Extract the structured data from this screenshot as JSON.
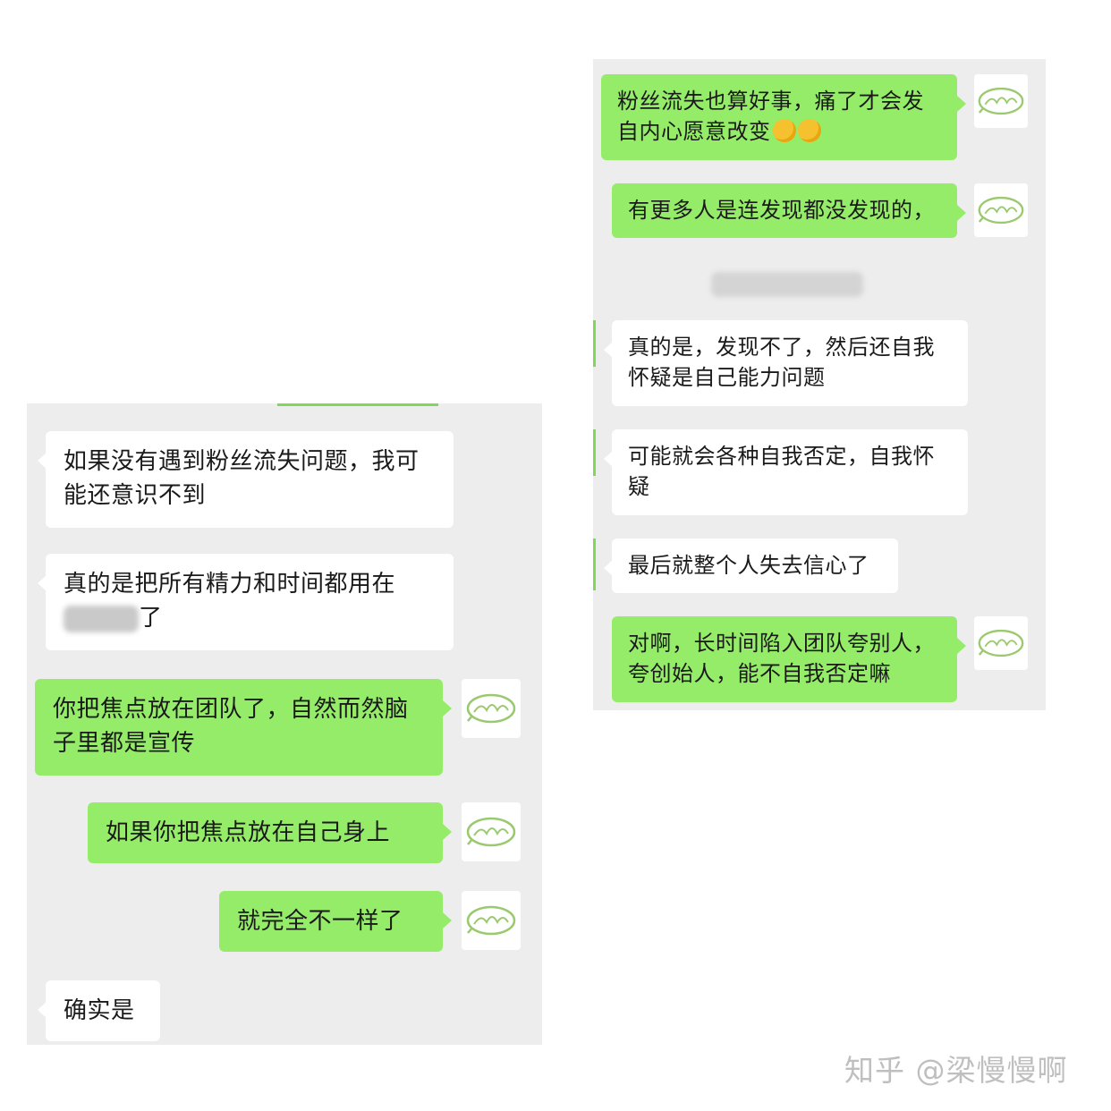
{
  "left_chat": {
    "messages": [
      {
        "side": "received",
        "text": "如果没有遇到粉丝流失问题，我可能还意识不到"
      },
      {
        "side": "received",
        "text_suffix": "了",
        "text": "真的是把所有精力和时间都用在"
      },
      {
        "side": "sent",
        "text": "你把焦点放在团队了，自然而然脑子里都是宣传"
      },
      {
        "side": "sent",
        "text": "如果你把焦点放在自己身上"
      },
      {
        "side": "sent",
        "text": "就完全不一样了"
      },
      {
        "side": "received",
        "text": "确实是"
      }
    ]
  },
  "right_chat": {
    "messages": [
      {
        "side": "sent",
        "text": "粉丝流失也算好事，痛了才会发自内心愿意改变",
        "emoji": "face-with-hand-over-mouth-emoji x2"
      },
      {
        "side": "sent",
        "text": "有更多人是连发现都没发现的，"
      },
      {
        "side": "received",
        "text": "真的是，发现不了，然后还自我怀疑是自己能力问题"
      },
      {
        "side": "received",
        "text": "可能就会各种自我否定，自我怀疑"
      },
      {
        "side": "received",
        "text": "最后就整个人失去信心了"
      },
      {
        "side": "sent",
        "text": "对啊，长时间陷入团队夸别人，夸创始人，能不自我否定嘛"
      }
    ]
  },
  "watermark": "知乎 @梁慢慢啊",
  "colors": {
    "panel_bg": "#ededed",
    "sent_bubble": "#95ec69",
    "received_bubble": "#ffffff",
    "avatar_stroke": "#9bc96f",
    "watermark": "#bfbfbf"
  }
}
